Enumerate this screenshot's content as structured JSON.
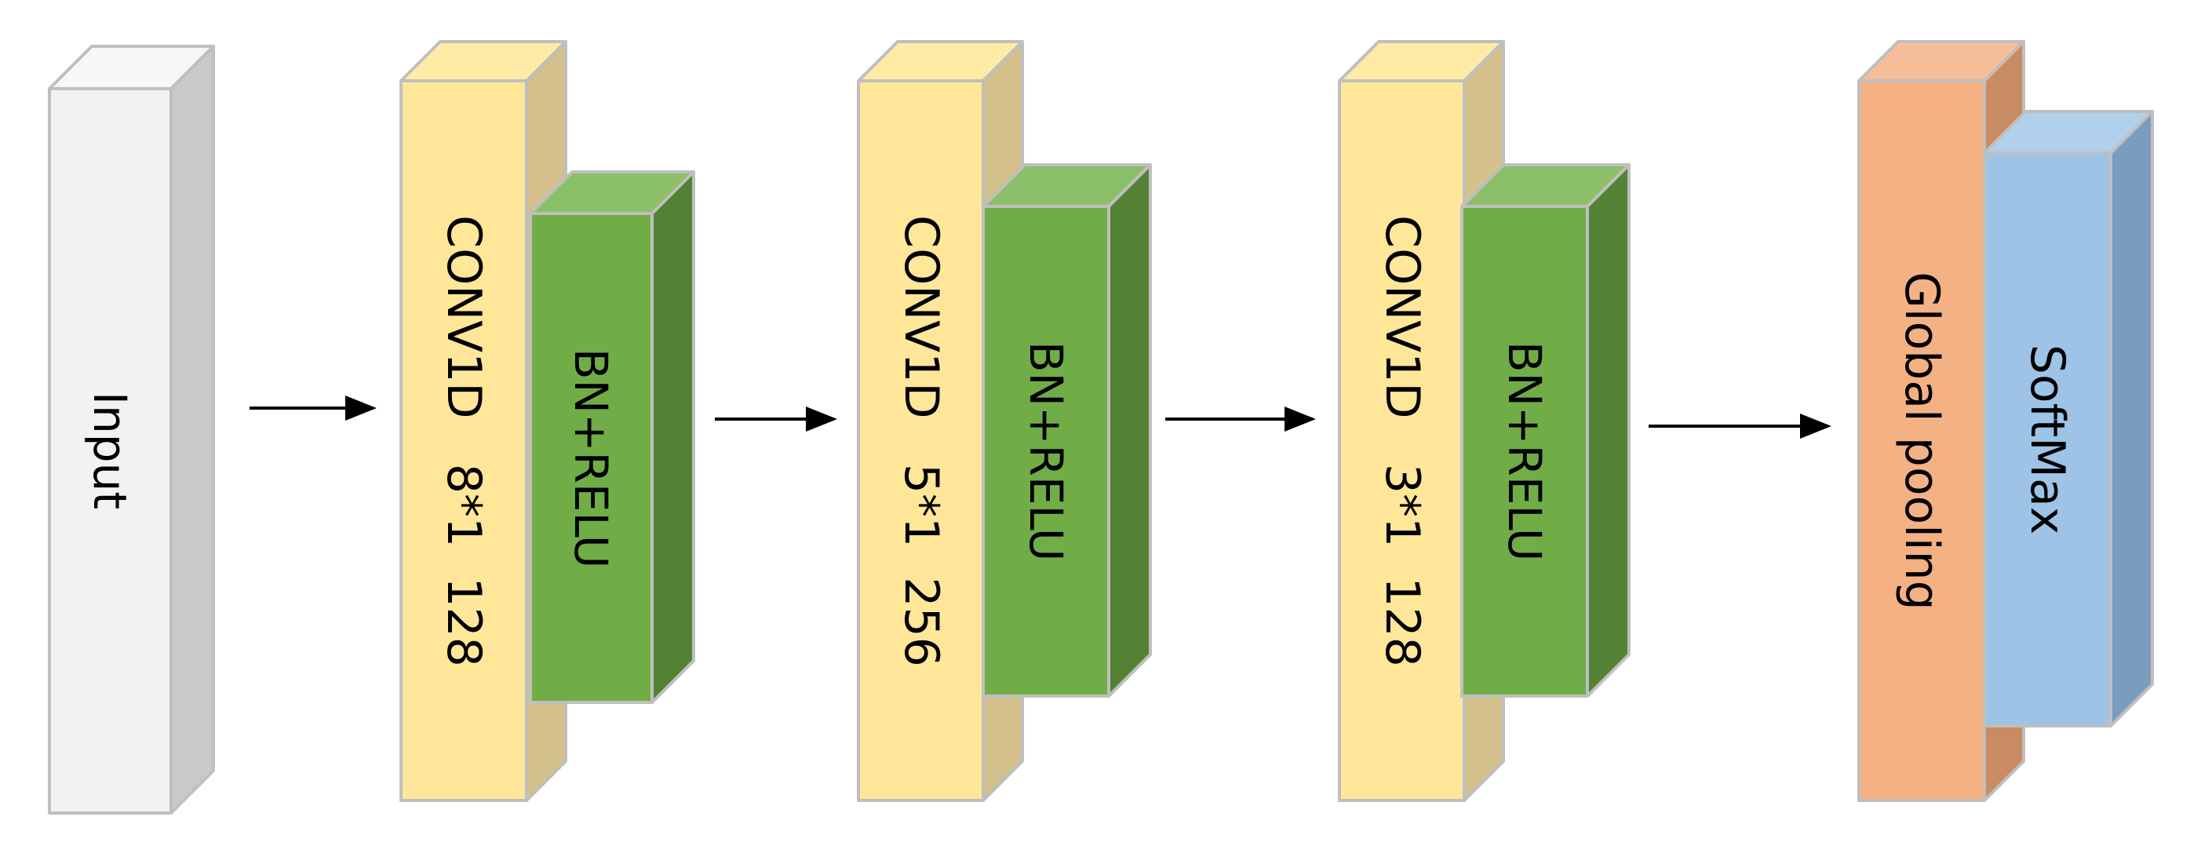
{
  "blocks": {
    "input": {
      "label": "Input",
      "face": "#f2f2f2",
      "top": "#f7f7f7",
      "side": "#c9c9c9"
    },
    "conv1": {
      "label": "CONV1D   8*1  128",
      "face": "#ffe699",
      "top": "#ffeba6",
      "side": "#d4c08a"
    },
    "bn1": {
      "label": "BN+RELU",
      "face": "#70ad47",
      "top": "#8cbf6a",
      "side": "#548235"
    },
    "conv2": {
      "label": "CONV1D   5*1  256",
      "face": "#ffe699",
      "top": "#ffeba6",
      "side": "#d4c08a"
    },
    "bn2": {
      "label": "BN+RELU",
      "face": "#70ad47",
      "top": "#8cbf6a",
      "side": "#548235"
    },
    "conv3": {
      "label": "CONV1D   3*1  128",
      "face": "#ffe699",
      "top": "#ffeba6",
      "side": "#d4c08a"
    },
    "bn3": {
      "label": "BN+RELU",
      "face": "#70ad47",
      "top": "#8cbf6a",
      "side": "#548235"
    },
    "pool": {
      "label": "Global pooling",
      "face": "#f4b183",
      "top": "#f6be98",
      "side": "#c98b62"
    },
    "softmax": {
      "label": "SoftMax",
      "face": "#9dc3e6",
      "top": "#b1d0ec",
      "side": "#7a9cbd"
    }
  },
  "colors": {
    "edge": "#bfbfbf",
    "arrow": "#000000"
  }
}
